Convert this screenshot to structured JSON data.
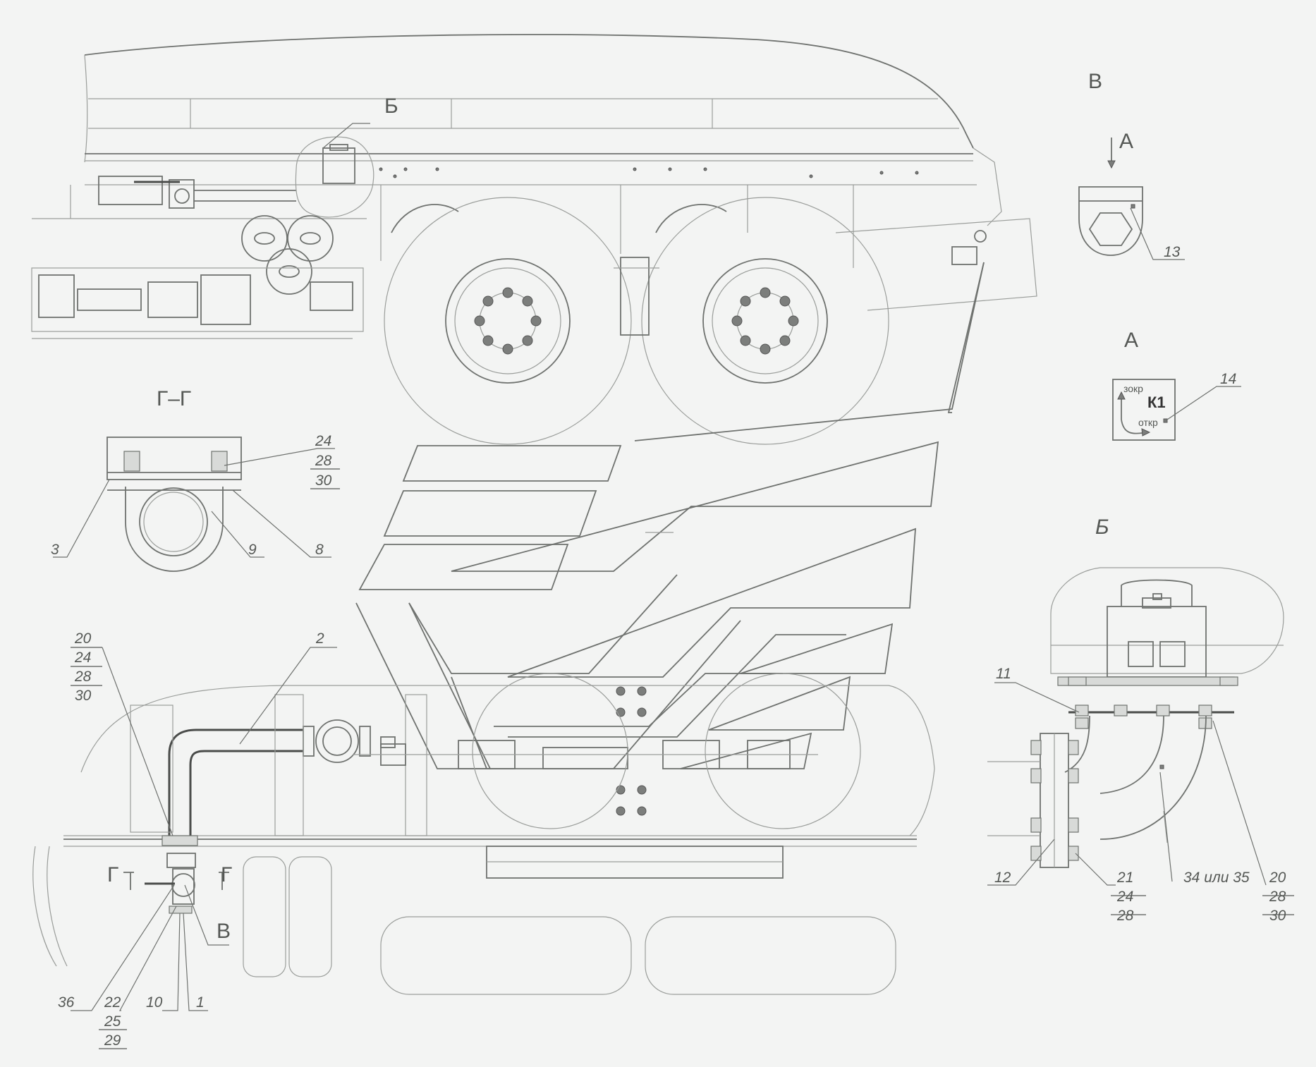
{
  "view_labels": {
    "b_top": "Б",
    "v_top": "В",
    "arrow_a": "А",
    "a_view": "А",
    "g_section": "Г–Г",
    "b_detail": "Б",
    "g_left": "Г",
    "g_right": "Г",
    "v_bottom": "В"
  },
  "plate": {
    "code": "К1",
    "close": "зокр",
    "open": "откр"
  },
  "callouts": {
    "c13": "13",
    "c14": "14",
    "c24_28_30_sec": [
      "24",
      "28",
      "30"
    ],
    "c3": "3",
    "c9": "9",
    "c8": "8",
    "c20_24_28_30": [
      "20",
      "24",
      "28",
      "30"
    ],
    "c2": "2",
    "c36": "36",
    "c22_25_29": [
      "22",
      "25",
      "29"
    ],
    "c10": "10",
    "c1": "1",
    "c11": "11",
    "c12": "12",
    "c21_24_28": [
      "21",
      "24",
      "28"
    ],
    "c34_35": "34 или 35",
    "c20_28_30": [
      "20",
      "28",
      "30"
    ]
  }
}
